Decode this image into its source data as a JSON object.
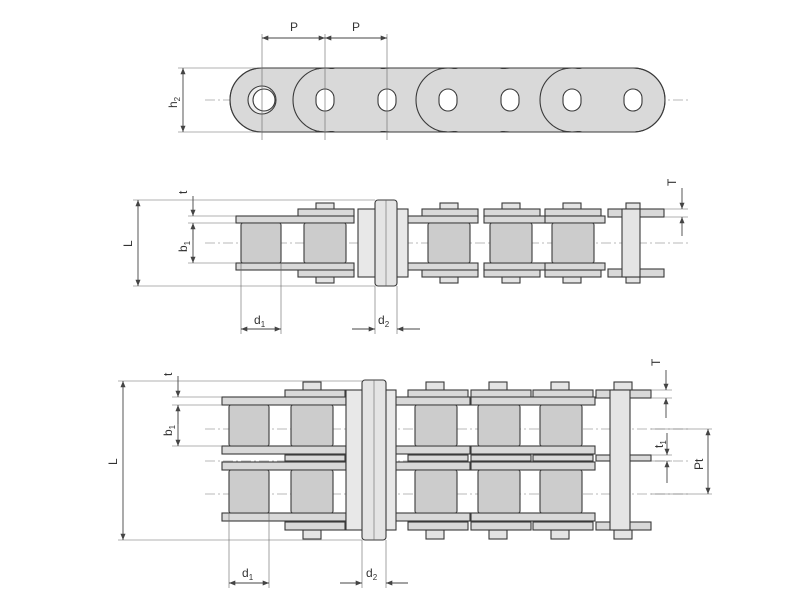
{
  "labels": {
    "pitch": "P",
    "plate_height": "h",
    "plate_height_sub": "2",
    "plate_thickness_inner": "t",
    "plate_thickness_outer": "T",
    "inner_width": "b",
    "inner_width_sub": "1",
    "length": "L",
    "roller_diameter": "d",
    "roller_diameter_sub": "1",
    "pin_diameter": "d",
    "pin_diameter_sub": "2",
    "transverse_pitch": "Pt",
    "t1": "t",
    "t1_sub": "1"
  },
  "colors": {
    "part_fill": "#d9d9d9",
    "outline": "#3a3a3a",
    "background": "#ffffff"
  }
}
